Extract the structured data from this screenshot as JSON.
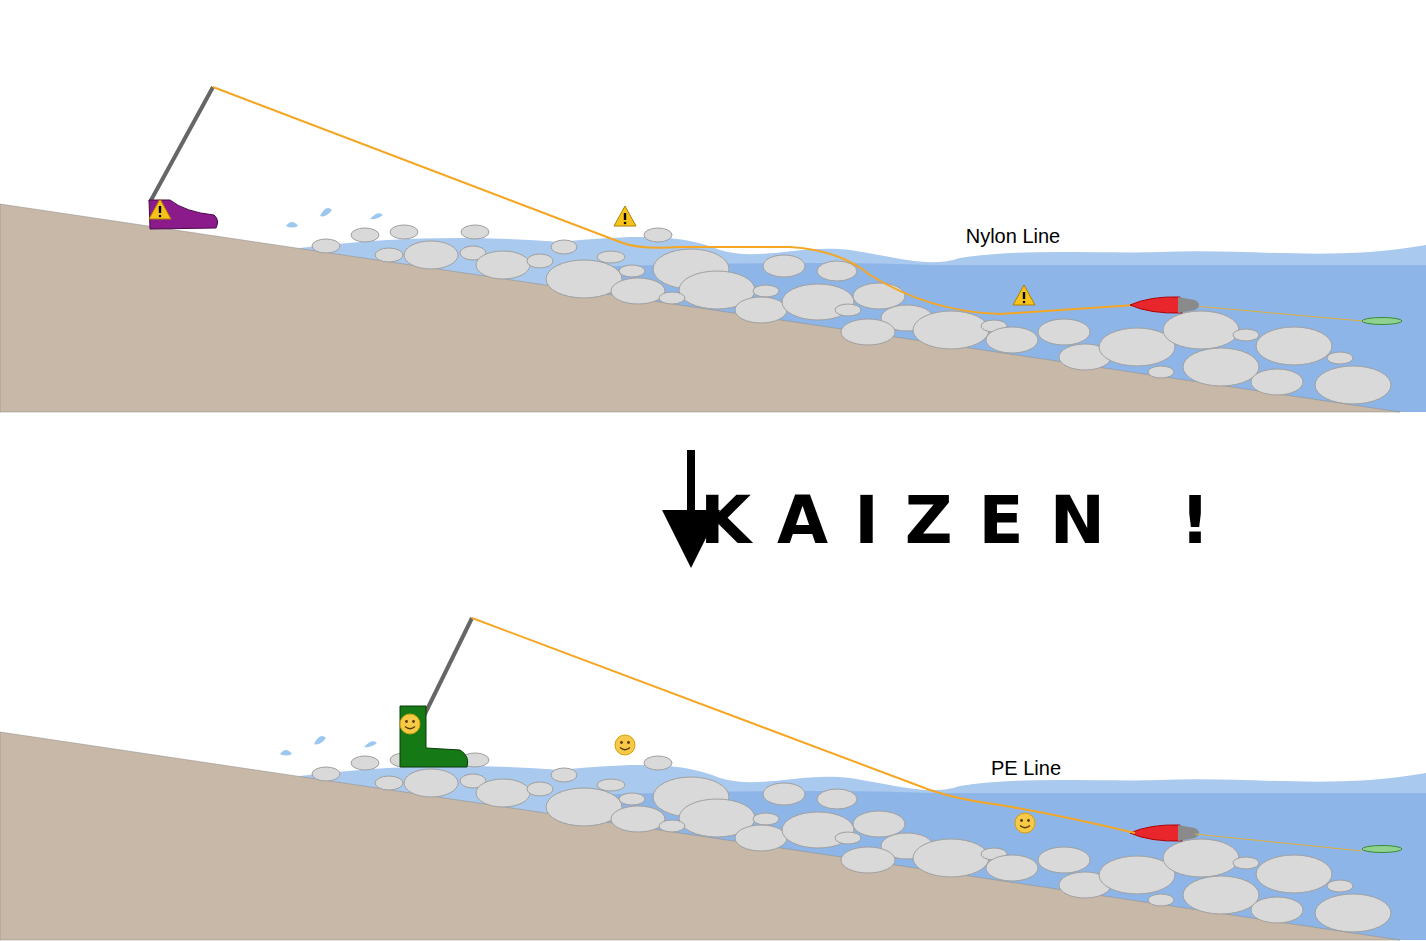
{
  "diagram": {
    "labels": [
      "Nylon Line",
      "KAIZEN !",
      "PE Line"
    ]
  }
}
